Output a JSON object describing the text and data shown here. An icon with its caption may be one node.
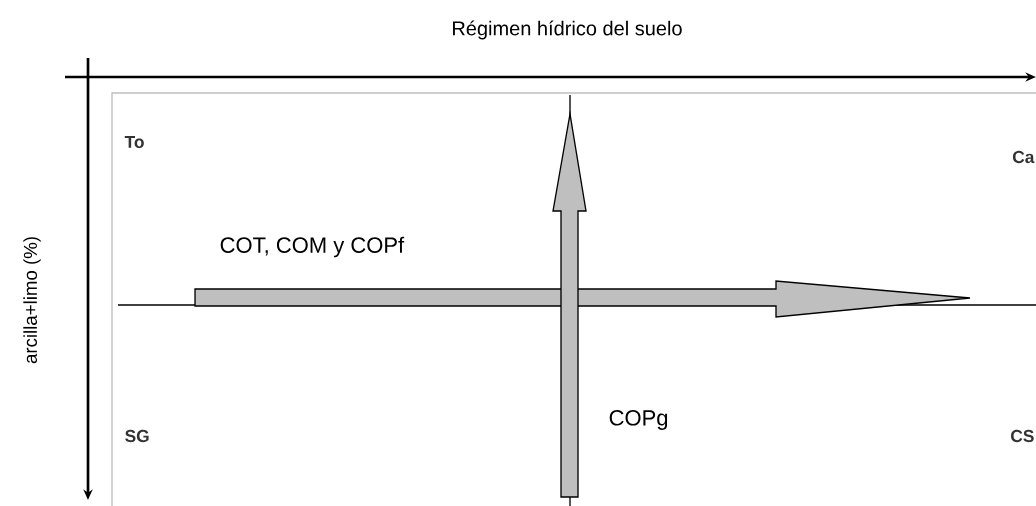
{
  "diagram": {
    "labels": [
      "Régimen hídrico del suelo",
      "arcilla+limo (%)",
      "To",
      "Ca",
      "COT, COM y COPf",
      "SG",
      "COPg",
      "CS"
    ]
  }
}
